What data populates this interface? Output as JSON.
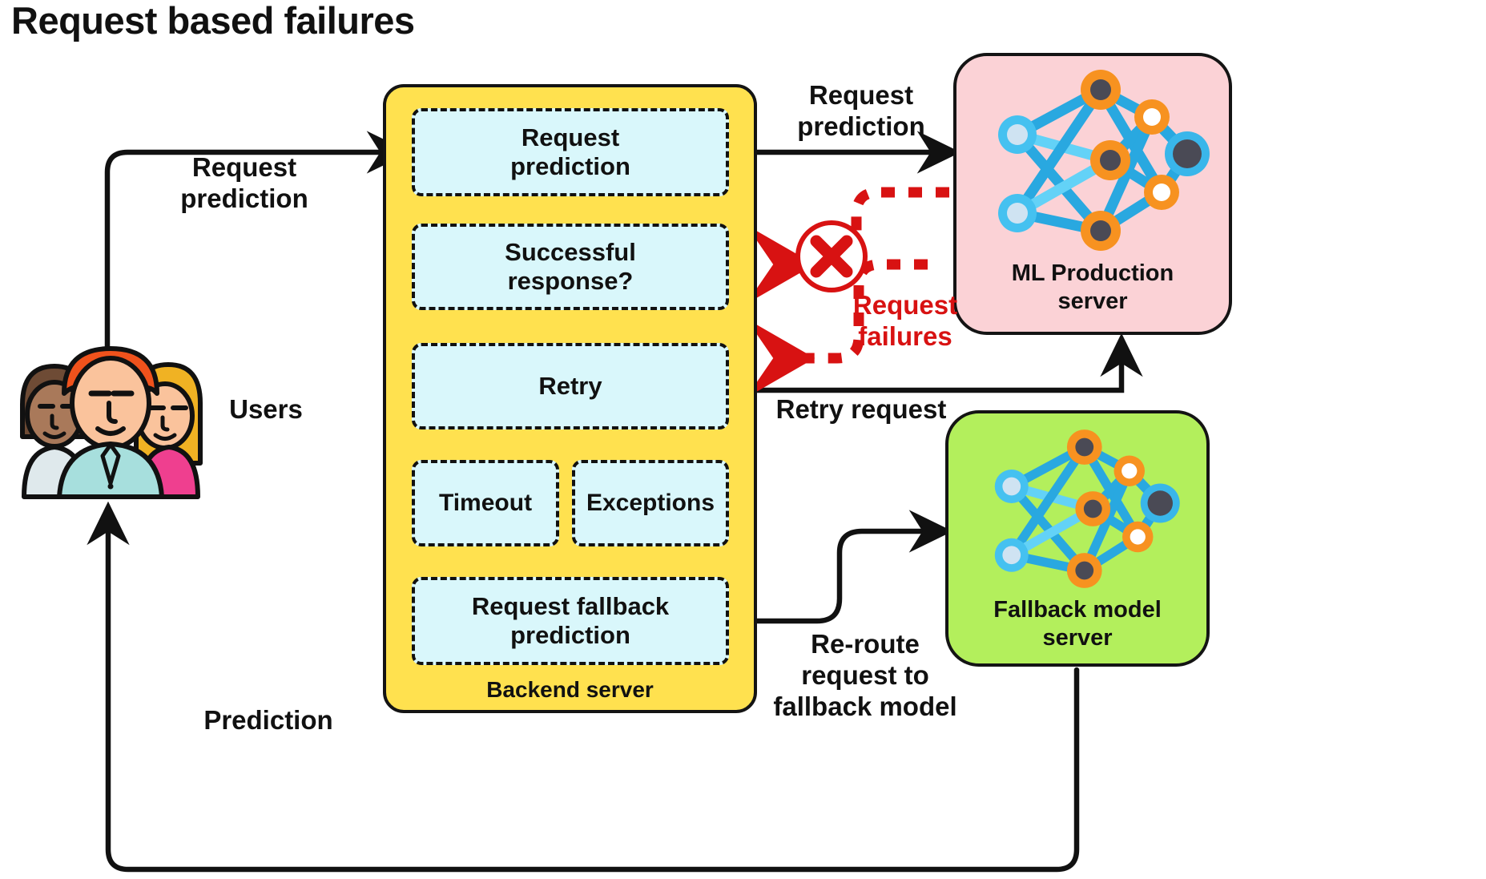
{
  "title": "Request based failures",
  "actors": {
    "users_label": "Users",
    "users_icon": "people-group-icon"
  },
  "backend": {
    "label": "Backend server",
    "color": "#ffe14f",
    "nodes": [
      {
        "id": "request-prediction",
        "label": "Request\nprediction"
      },
      {
        "id": "successful-response",
        "label": "Successful\nresponse?"
      },
      {
        "id": "retry",
        "label": "Retry"
      },
      {
        "id": "timeout",
        "label": "Timeout"
      },
      {
        "id": "exceptions",
        "label": "Exceptions"
      },
      {
        "id": "request-fallback-prediction",
        "label": "Request fallback\nprediction"
      }
    ]
  },
  "servers": [
    {
      "id": "ml-production-server",
      "label": "ML Production\nserver",
      "color": "#fbd2d6",
      "icon": "neural-network-icon"
    },
    {
      "id": "fallback-model-server",
      "label": "Fallback model\nserver",
      "color": "#b3ef5c",
      "icon": "neural-network-icon"
    }
  ],
  "edge_labels": {
    "users_to_backend": "Request\nprediction",
    "backend_to_ml": "Request\nprediction",
    "failures": "Request\nfailures",
    "retry_request": "Retry request",
    "reroute": "Re-route\nrequest to\nfallback model",
    "prediction_back": "Prediction"
  },
  "colors": {
    "failure_red": "#d81212",
    "arrow_black": "#111111",
    "node_fill": "#d9f7fb",
    "backend_yellow": "#ffe14f",
    "ml_pink": "#fbd2d6",
    "fallback_green": "#b3ef5c",
    "nn_blue": "#29a8e0",
    "nn_light_blue": "#63d2f7",
    "nn_orange": "#f79220",
    "nn_dark": "#4a4a55"
  },
  "markers": {
    "failure_cross": "circle-x-icon"
  }
}
